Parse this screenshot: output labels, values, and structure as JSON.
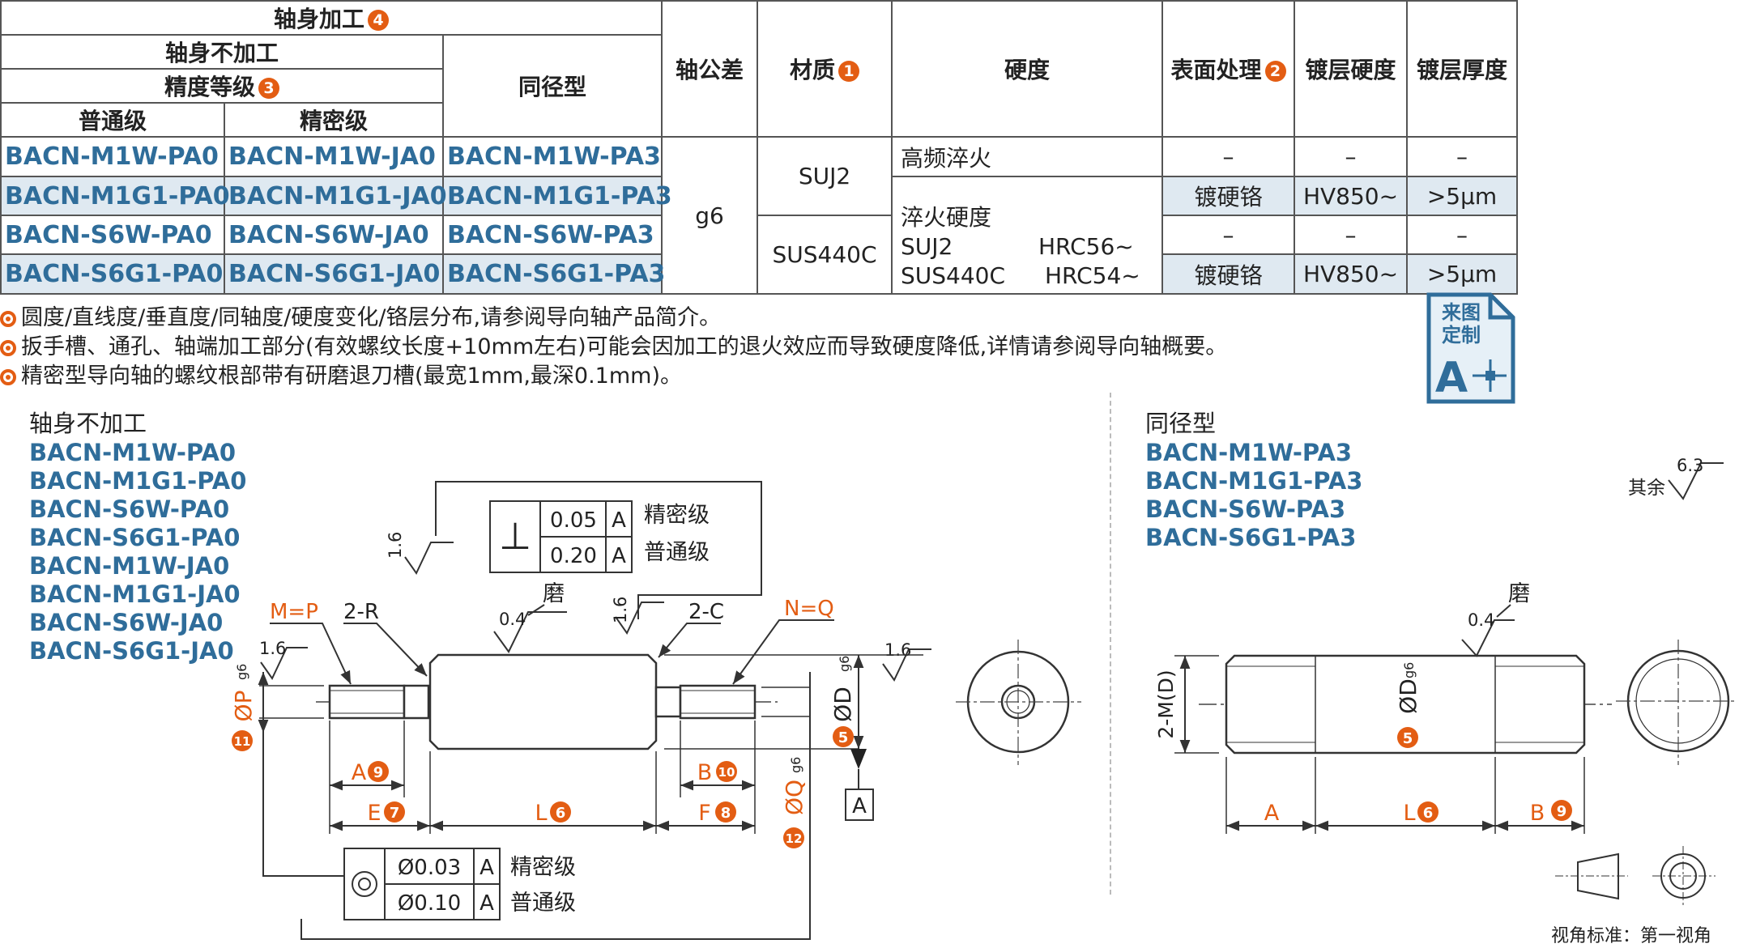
{
  "table": {
    "header": {
      "shaft_processing": "轴身加工",
      "shaft_processing_badge": "4",
      "no_processing": "轴身不加工",
      "precision_grade": "精度等级",
      "precision_badge": "3",
      "normal": "普通级",
      "precise": "精密级",
      "same_dia": "同径型",
      "tolerance": "轴公差",
      "material": "材质",
      "material_badge": "1",
      "hardness": "硬度",
      "surface": "表面处理",
      "surface_badge": "2",
      "plating_hardness": "镀层硬度",
      "plating_thickness": "镀层厚度"
    },
    "rows": [
      {
        "normal": "BACN-M1W-PA0",
        "precise": "BACN-M1W-JA0",
        "same": "BACN-M1W-PA3",
        "surface": "–",
        "ph": "–",
        "pt": "–"
      },
      {
        "normal": "BACN-M1G1-PA0",
        "precise": "BACN-M1G1-JA0",
        "same": "BACN-M1G1-PA3",
        "surface": "镀硬铬",
        "ph": "HV850~",
        "pt": ">5μm"
      },
      {
        "normal": "BACN-S6W-PA0",
        "precise": "BACN-S6W-JA0",
        "same": "BACN-S6W-PA3",
        "surface": "–",
        "ph": "–",
        "pt": "–"
      },
      {
        "normal": "BACN-S6G1-PA0",
        "precise": "BACN-S6G1-JA0",
        "same": "BACN-S6G1-PA3",
        "surface": "镀硬铬",
        "ph": "HV850~",
        "pt": ">5μm"
      }
    ],
    "tolerance": "g6",
    "material_1": "SUJ2",
    "material_2": "SUS440C",
    "hardness_1": "高频淬火",
    "hardness_2_title": "淬火硬度",
    "hardness_2_a_mat": "SUJ2",
    "hardness_2_a_val": "HRC56~",
    "hardness_2_b_mat": "SUS440C",
    "hardness_2_b_val": "HRC54~"
  },
  "notes": [
    "圆度/直线度/垂直度/同轴度/硬度变化/铬层分布,请参阅导向轴产品简介。",
    "扳手槽、通孔、轴端加工部分(有效螺纹长度+10mm左右)可能会因加工的退火效应而导致硬度降低,详情请参阅导向轴概要。",
    "精密型导向轴的螺纹根部带有研磨退刀槽(最宽1mm,最深0.1mm)。"
  ],
  "custom_badge": {
    "line1": "来图",
    "line2": "定制",
    "letter": "A"
  },
  "left_section": {
    "title": "轴身不加工",
    "parts": [
      "BACN-M1W-PA0",
      "BACN-M1G1-PA0",
      "BACN-S6W-PA0",
      "BACN-S6G1-PA0",
      "BACN-M1W-JA0",
      "BACN-M1G1-JA0",
      "BACN-S6W-JA0",
      "BACN-S6G1-JA0"
    ]
  },
  "right_section": {
    "title": "同径型",
    "parts": [
      "BACN-M1W-PA3",
      "BACN-M1G1-PA3",
      "BACN-S6W-PA3",
      "BACN-S6G1-PA3"
    ]
  },
  "drawing": {
    "perp_symbol": "⊥",
    "tol_precise": "0.05",
    "tol_normal": "0.20",
    "datum": "A",
    "precise": "精密级",
    "normal": "普通级",
    "conc_precise": "Ø0.03",
    "conc_normal": "Ø0.10",
    "rough_16": "1.6",
    "rough_04": "0.4",
    "grind": "磨",
    "mp": "M=P",
    "nq": "N=Q",
    "r2": "2-R",
    "c2": "2-C",
    "dim_a": "A",
    "dim_b": "B",
    "dim_e": "E",
    "dim_f": "F",
    "dim_l": "L",
    "dim_d": "ØD",
    "dim_p": "ØP",
    "dim_q": "ØQ",
    "g6": "g6",
    "badge_9": "9",
    "badge_10": "10",
    "badge_7": "7",
    "badge_8": "8",
    "badge_6": "6",
    "badge_5": "5",
    "badge_11": "11",
    "badge_12": "12",
    "m2d": "2-M(D)",
    "others": "其余",
    "rough_63": "6.3",
    "projection": "视角标准：第一视角"
  },
  "colors": {
    "orange": "#e35d13",
    "blue": "#2f6d9a",
    "shade": "#dfe9f1"
  }
}
